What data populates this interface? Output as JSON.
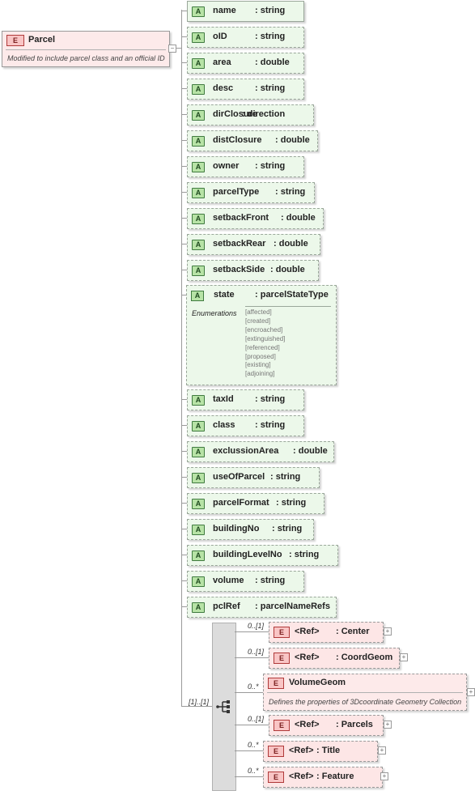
{
  "root": {
    "badge": "E",
    "name": "Parcel",
    "doc": "Modified to include parcel class and an official ID"
  },
  "attributes": [
    {
      "name": "name",
      "type": ": string"
    },
    {
      "name": "oID",
      "type": ": string"
    },
    {
      "name": "area",
      "type": ": double"
    },
    {
      "name": "desc",
      "type": ": string"
    },
    {
      "name": "dirClosure",
      "type": ": direction"
    },
    {
      "name": "distClosure",
      "type": ": double"
    },
    {
      "name": "owner",
      "type": ": string"
    },
    {
      "name": "parcelType",
      "type": ": string"
    },
    {
      "name": "setbackFront",
      "type": ": double"
    },
    {
      "name": "setbackRear",
      "type": ": double"
    },
    {
      "name": "setbackSide",
      "type": ": double"
    },
    {
      "name": "state",
      "type": ": parcelStateType"
    },
    {
      "name": "taxId",
      "type": ": string"
    },
    {
      "name": "class",
      "type": ": string"
    },
    {
      "name": "exclussionArea",
      "type": ": double"
    },
    {
      "name": "useOfParcel",
      "type": ": string"
    },
    {
      "name": "parcelFormat",
      "type": ": string"
    },
    {
      "name": "buildingNo",
      "type": ": string"
    },
    {
      "name": "buildingLevelNo",
      "type": ": string"
    },
    {
      "name": "volume",
      "type": ": string"
    },
    {
      "name": "pclRef",
      "type": ": parcelNameRefs"
    }
  ],
  "attribute_badge": "A",
  "state_enum": {
    "title": "Enumerations",
    "values": [
      "[affected]",
      "[created]",
      "[encroached]",
      "[extinguished]",
      "[referenced]",
      "[proposed]",
      "[existing]",
      "[adjoining]"
    ]
  },
  "sequence": {
    "occurrence": "[1]..[1]"
  },
  "children": [
    {
      "occurrence": "0..[1]",
      "ref": "<Ref>",
      "name": ": Center"
    },
    {
      "occurrence": "0..[1]",
      "ref": "<Ref>",
      "name": ": CoordGeom"
    },
    {
      "occurrence": "0..*",
      "name": "VolumeGeom",
      "doc": "Defines the properties of 3Dcoordinate Geometry Collection"
    },
    {
      "occurrence": "0..[1]",
      "ref": "<Ref>",
      "name": ": Parcels"
    },
    {
      "occurrence": "0..*",
      "ref": "<Ref>",
      "name": ": Title"
    },
    {
      "occurrence": "0..*",
      "ref": "<Ref>",
      "name": ": Feature"
    }
  ],
  "element_badge": "E",
  "expander_symbol": "+",
  "collapse_symbol": "−"
}
